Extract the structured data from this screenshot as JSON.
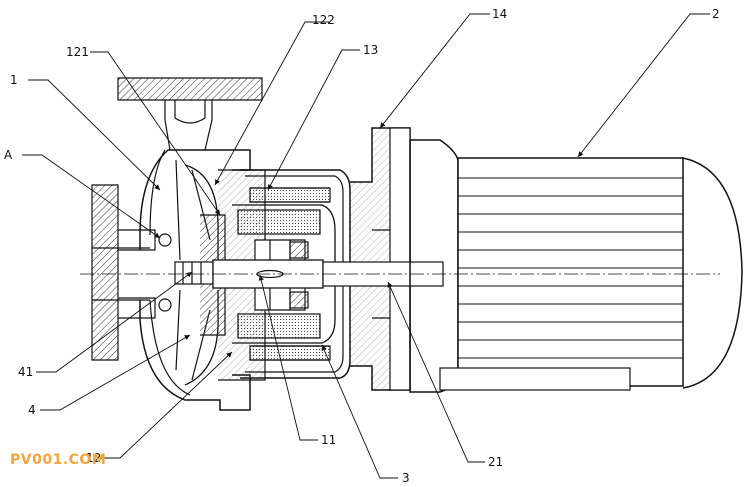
{
  "callouts": {
    "c1": "1",
    "cA": "A",
    "c121": "121",
    "c122": "122",
    "c13": "13",
    "c14": "14",
    "c2": "2",
    "c41": "41",
    "c4": "4",
    "c12": "12",
    "c11": "11",
    "c3": "3",
    "c21": "21"
  },
  "watermark": "PV001.COM",
  "colors": {
    "line": "#111111",
    "hatch": "#333333",
    "watermark": "#f5a53a"
  }
}
